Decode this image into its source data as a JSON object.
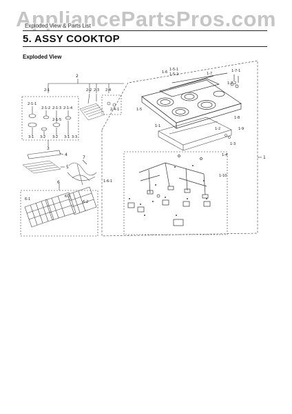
{
  "watermark": "AppliancePartsPros.com",
  "header": {
    "section_label": "Exploded View & Parts List"
  },
  "section": {
    "title": "5.  ASSY COOKTOP",
    "view_label": "Exploded View"
  },
  "labels": {
    "l2": "2",
    "l2_1": "2-1",
    "l2_2": "2-2",
    "l2_3": "2-3",
    "l2_4": "2-4",
    "l2_1_1": "2-1-1",
    "l2_1_2": "2-1-2",
    "l2_1_3": "2-1-3",
    "l2_1_4": "2-1-4",
    "l2_1_5": "2-1-5",
    "l2_4_1": "2-4-1",
    "l3": "3",
    "l3_1": "3-1",
    "l3_2": "3-2",
    "l3_2b": "3-2",
    "l3_1b": "3-1",
    "l3_3": "3-3",
    "l4": "4",
    "l5": "5",
    "l6": "6",
    "l6_1": "6-1",
    "l6_2": "6-2",
    "l6_3": "6-3",
    "l7": "7",
    "l1": "1",
    "l1_1": "1-1",
    "l1_2": "1-2",
    "l1_3": "1-3",
    "l1_4": "1-4",
    "l1_5": "1-5",
    "l1_6": "1-6",
    "l1_7": "1-7",
    "l1_8": "1-8",
    "l1_9": "1-9",
    "l1_10": "1-10",
    "l1_5_1": "1-5-1",
    "l1_5_2": "1-5-2",
    "l1_6_1": "1-6-1",
    "l1_7_1": "1-7-1",
    "l1_7_2": "1-7-2"
  }
}
